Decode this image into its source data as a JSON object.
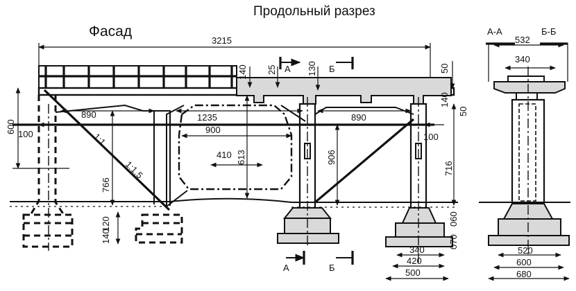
{
  "titles": {
    "facade": "Фасад",
    "section": "Продольный разрез",
    "cut_aa": "А-А",
    "cut_bb": "Б-Б"
  },
  "section_marks": {
    "a": "А",
    "b": "Б"
  },
  "dimensions": {
    "total_length": "3215",
    "d140_top": "140",
    "d25": "25",
    "d130": "130",
    "d50_top": "50",
    "d140_right": "140",
    "d50_right": "50",
    "d600": "600",
    "d100_left": "100",
    "d890_left": "890",
    "d1235": "1235",
    "d890_right": "890",
    "d900": "900",
    "d410": "410",
    "d613": "613",
    "d906": "906",
    "d100_right": "100",
    "d716": "716",
    "d766": "766",
    "slope_1_1": "1:1",
    "slope_1_15": "1:1,5",
    "d120": "120",
    "d140_bottom": "140",
    "d060": "060",
    "d070": "070",
    "d340_bottom": "340",
    "d420": "420",
    "d500": "500",
    "cs_532": "532",
    "cs_340": "340",
    "cs_520": "520",
    "cs_600": "600",
    "cs_680": "680"
  }
}
